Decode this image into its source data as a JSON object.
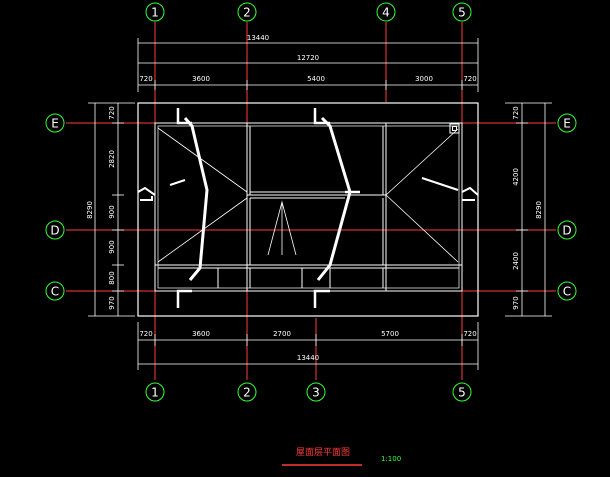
{
  "axes_top": [
    "1",
    "2",
    "4",
    "5"
  ],
  "axes_bottom": [
    "1",
    "2",
    "3",
    "5"
  ],
  "axes_left": [
    "E",
    "D",
    "C"
  ],
  "axes_right": [
    "E",
    "D",
    "C"
  ],
  "dims_top": {
    "overall_outer": "13440",
    "overall": "12720",
    "segments": [
      "720",
      "3600",
      "5400",
      "3000",
      "720"
    ]
  },
  "dims_bottom": {
    "segments": [
      "720",
      "3600",
      "2700",
      "5700",
      "720"
    ],
    "overall": "13440"
  },
  "dims_left": {
    "overall": "8290",
    "segments": [
      "720",
      "2820",
      "900",
      "900",
      "800",
      "970"
    ]
  },
  "dims_right": {
    "overall": "8290",
    "segments": [
      "720",
      "4200",
      "2400",
      "970"
    ]
  },
  "title": "屋面层平面图",
  "scale": "1:100",
  "colors": {
    "background": "#000000",
    "lines": "#ffffff",
    "axis": "#ff3a3a",
    "bubble": "#33ff33",
    "title": "#ff3a3a"
  }
}
